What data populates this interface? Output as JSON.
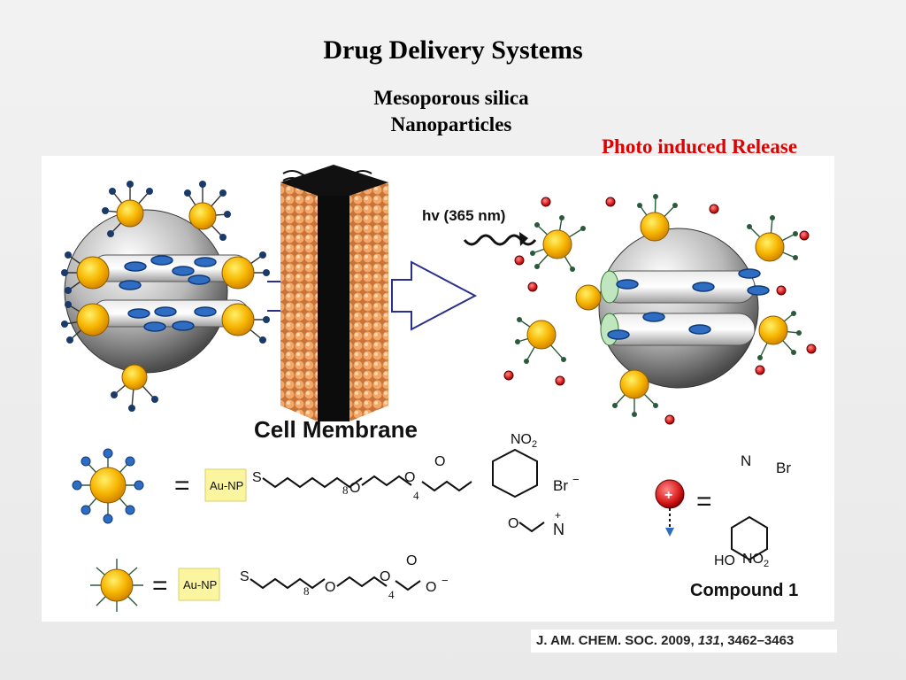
{
  "slide": {
    "title": "Drug Delivery Systems",
    "subtitle_line1": "Mesoporous silica",
    "subtitle_line2": "Nanoparticles",
    "release_label": "Photo induced Release"
  },
  "figure": {
    "light_label": "hv (365 nm)",
    "membrane_label": "Cell Membrane",
    "aunp_label": "Au-NP",
    "compound_label": "Compound 1",
    "chem": {
      "s": "S",
      "o": "O",
      "n": "N",
      "no2": "NO",
      "no2_sub": "2",
      "br": "Br",
      "ho": "HO",
      "sub8": "8",
      "sub4": "4",
      "plus": "+",
      "minus": "−",
      "equals": "="
    },
    "colors": {
      "gold": "#f7b500",
      "pore_blue": "#2f6dc2",
      "membrane_orange": "#f09a4e",
      "arrow_navy": "#2a2f8c",
      "cation_red": "#d81b1b",
      "label_yellow": "#fbf5a0"
    }
  },
  "citation": {
    "journal": "J. AM. CHEM. SOC. 2009, ",
    "volume": "131",
    "pages": ", 3462–3463"
  }
}
